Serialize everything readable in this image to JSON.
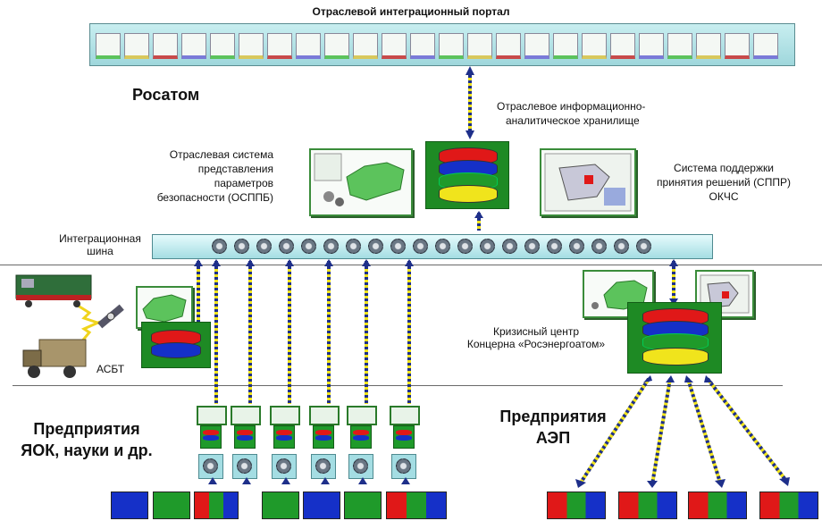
{
  "portal": {
    "title": "Отраслевой интеграционный портал"
  },
  "rosatom": {
    "label": "Росатом"
  },
  "storage": {
    "label_line1": "Отраслевое информационно-",
    "label_line2": "аналитическое  хранилище"
  },
  "osppb": {
    "line1": "Отраслевая система",
    "line2": "представления",
    "line3": "параметров",
    "line4": "безопасности (ОСППБ)"
  },
  "sppr": {
    "line1": "Система поддержки",
    "line2": "принятия решений (СППР)",
    "line3": "ОКЧС"
  },
  "bus": {
    "label_line1": "Интеграционная",
    "label_line2": "шина"
  },
  "asbt": {
    "label": "АСБТ"
  },
  "crisis": {
    "line1": "Кризисный центр",
    "line2": "Концерна «Росэнергоатом»"
  },
  "yok": {
    "line1": "Предприятия",
    "line2": "ЯОК, науки и др."
  },
  "aep": {
    "line1": "Предприятия",
    "line2": "АЭП"
  },
  "colors": {
    "red": "#e01818",
    "green": "#1f9a2a",
    "blue": "#1530c8",
    "yellow": "#f0e41c",
    "teal": "#a4dde3"
  }
}
